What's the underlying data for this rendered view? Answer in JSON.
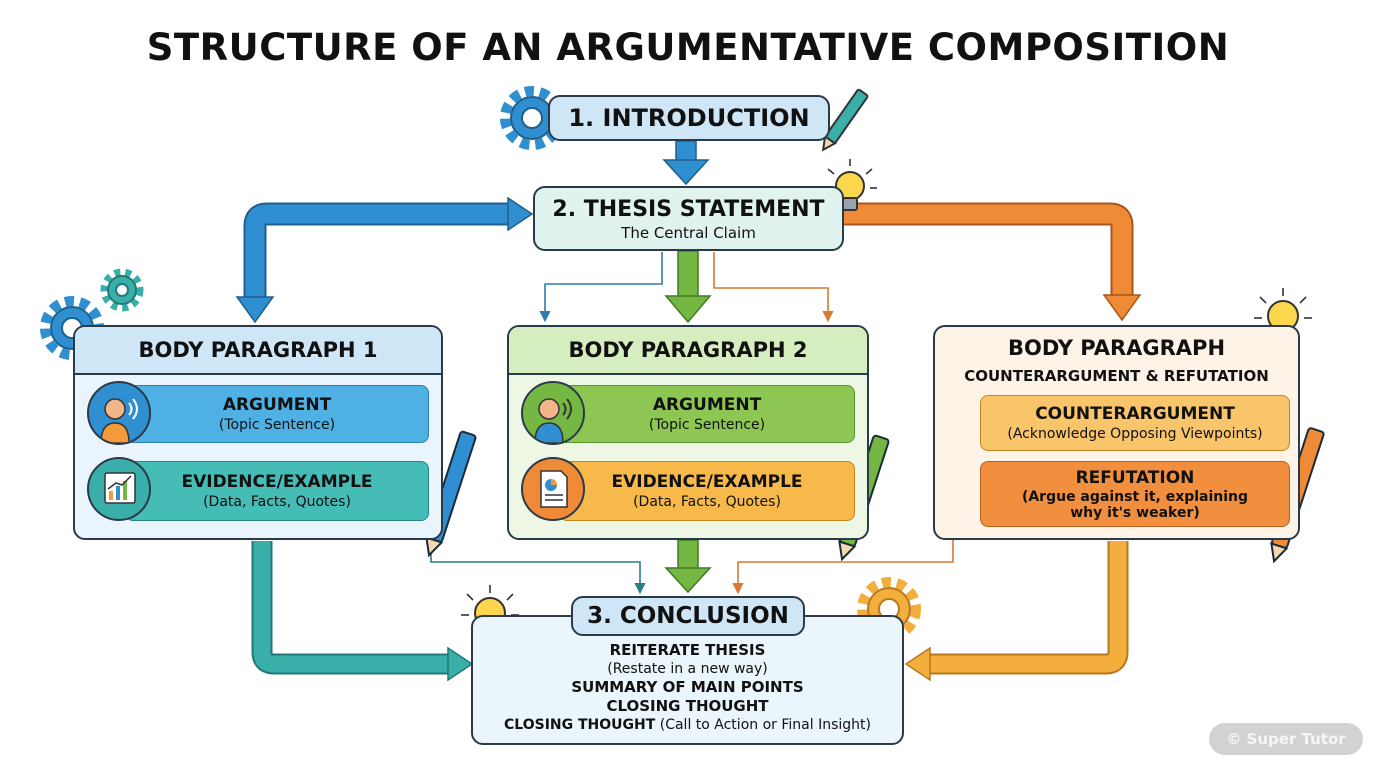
{
  "title": "STRUCTURE OF AN ARGUMENTATIVE COMPOSITION",
  "introduction": {
    "label": "1. INTRODUCTION"
  },
  "thesis": {
    "label": "2. THESIS STATEMENT",
    "subtitle": "The Central Claim"
  },
  "body1": {
    "header": "BODY PARAGRAPH 1",
    "argument": {
      "title": "ARGUMENT",
      "subtitle": "(Topic Sentence)"
    },
    "evidence": {
      "title": "EVIDENCE/EXAMPLE",
      "subtitle": "(Data, Facts, Quotes)"
    }
  },
  "body2": {
    "header": "BODY PARAGRAPH 2",
    "argument": {
      "title": "ARGUMENT",
      "subtitle": "(Topic Sentence)"
    },
    "evidence": {
      "title": "EVIDENCE/EXAMPLE",
      "subtitle": "(Data, Facts, Quotes)"
    }
  },
  "body3": {
    "header": "BODY PARAGRAPH",
    "subheader": "COUNTERARGUMENT & REFUTATION",
    "counter": {
      "title": "COUNTERARGUMENT",
      "subtitle": "(Acknowledge Opposing Viewpoints)"
    },
    "refutation": {
      "title": "REFUTATION",
      "line1": "(Argue against it, explaining",
      "line2": "why it's weaker)"
    }
  },
  "conclusion": {
    "label": "3. CONCLUSION",
    "reiterate": "REITERATE THESIS",
    "restate": "(Restate in a new way)",
    "summary": "SUMMARY OF MAIN POINTS",
    "closing": "CLOSING THOUGHT",
    "closing_bold": "CLOSING THOUGHT",
    "closing_rest": " (Call to Action or Final Insight)"
  },
  "watermark": "© Super Tutor",
  "colors": {
    "blue": "#2f8fd0",
    "green": "#74b843",
    "orange": "#ef8a36",
    "teal": "#3aaea8",
    "amber": "#f3ae3d"
  },
  "icons": [
    "gear-icon",
    "lightbulb-icon",
    "pencil-icon",
    "speaker-head-icon",
    "chart-icon",
    "document-pie-icon"
  ]
}
